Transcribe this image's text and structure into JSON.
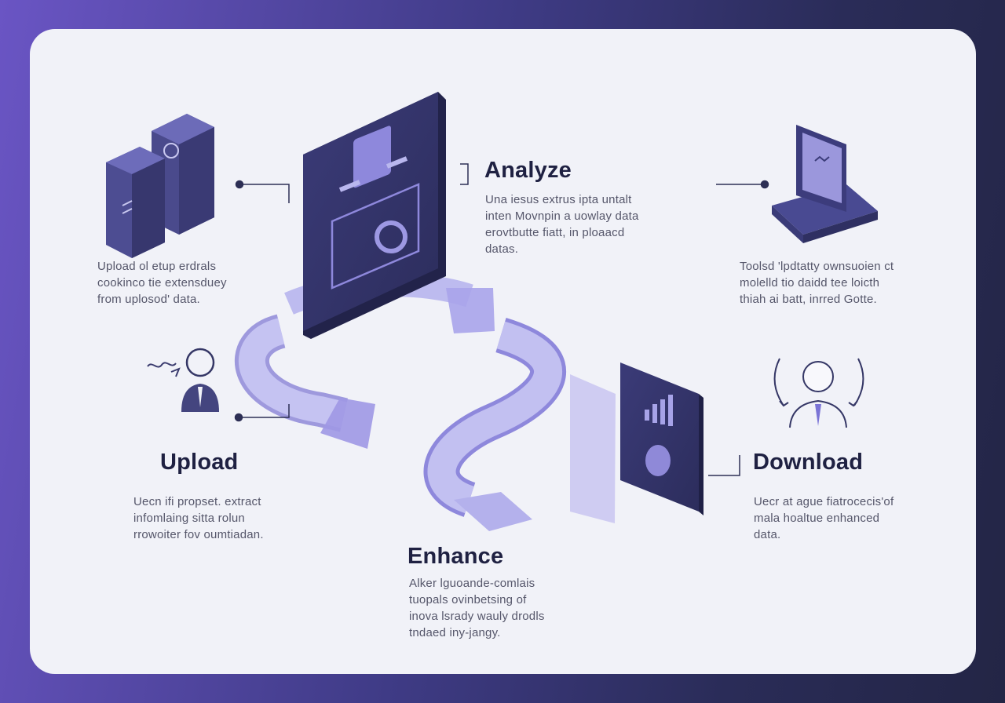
{
  "colors": {
    "accent": "#7b74d6",
    "dark_panel": "#35356b",
    "card_background": "#f1f2f8",
    "heading": "#1f2142",
    "body_text": "#55566a"
  },
  "steps": {
    "upload": {
      "title": "Upload",
      "top_text": [
        "Upload ol etup erdrals",
        "cookinco tie extensduey",
        "from uplosod' data."
      ],
      "bottom_text": [
        "Uecn ifi propset. extract",
        "infomlaing sitta rolun",
        "rrowoiter fov oumtiadan."
      ]
    },
    "analyze": {
      "title": "Analyze",
      "text": [
        "Una iesus extrus ipta untalt",
        "inten Movnpin a uowlay data",
        "erovtbutte fiatt, in ploaacd",
        "datas."
      ]
    },
    "enhance": {
      "title": "Enhance",
      "text": [
        "Alker lguoande-comlais",
        "tuopals ovinbetsing of",
        "inova lsrady wauly drodls",
        "tndaed iny-jangy."
      ]
    },
    "download": {
      "title": "Download",
      "top_text": [
        "Toolsd 'lpdtatty ownsuoien ct",
        "molelld tio daidd tee loicth",
        "thiah ai batt, inrred Gotte."
      ],
      "bottom_text": [
        "Uecr at ague fiatrocecis'of",
        "mala hoaltue enhanced",
        "data."
      ]
    }
  },
  "icons": {
    "upload_servers": "server-boxes-icon",
    "upload_user": "user-upload-icon",
    "analyze_panel": "document-analysis-icon",
    "download_device": "monitor-device-icon",
    "download_user": "user-cycle-icon",
    "enhance_panel": "chart-enhance-icon",
    "flow_arrow": "flow-arrow-icon"
  }
}
